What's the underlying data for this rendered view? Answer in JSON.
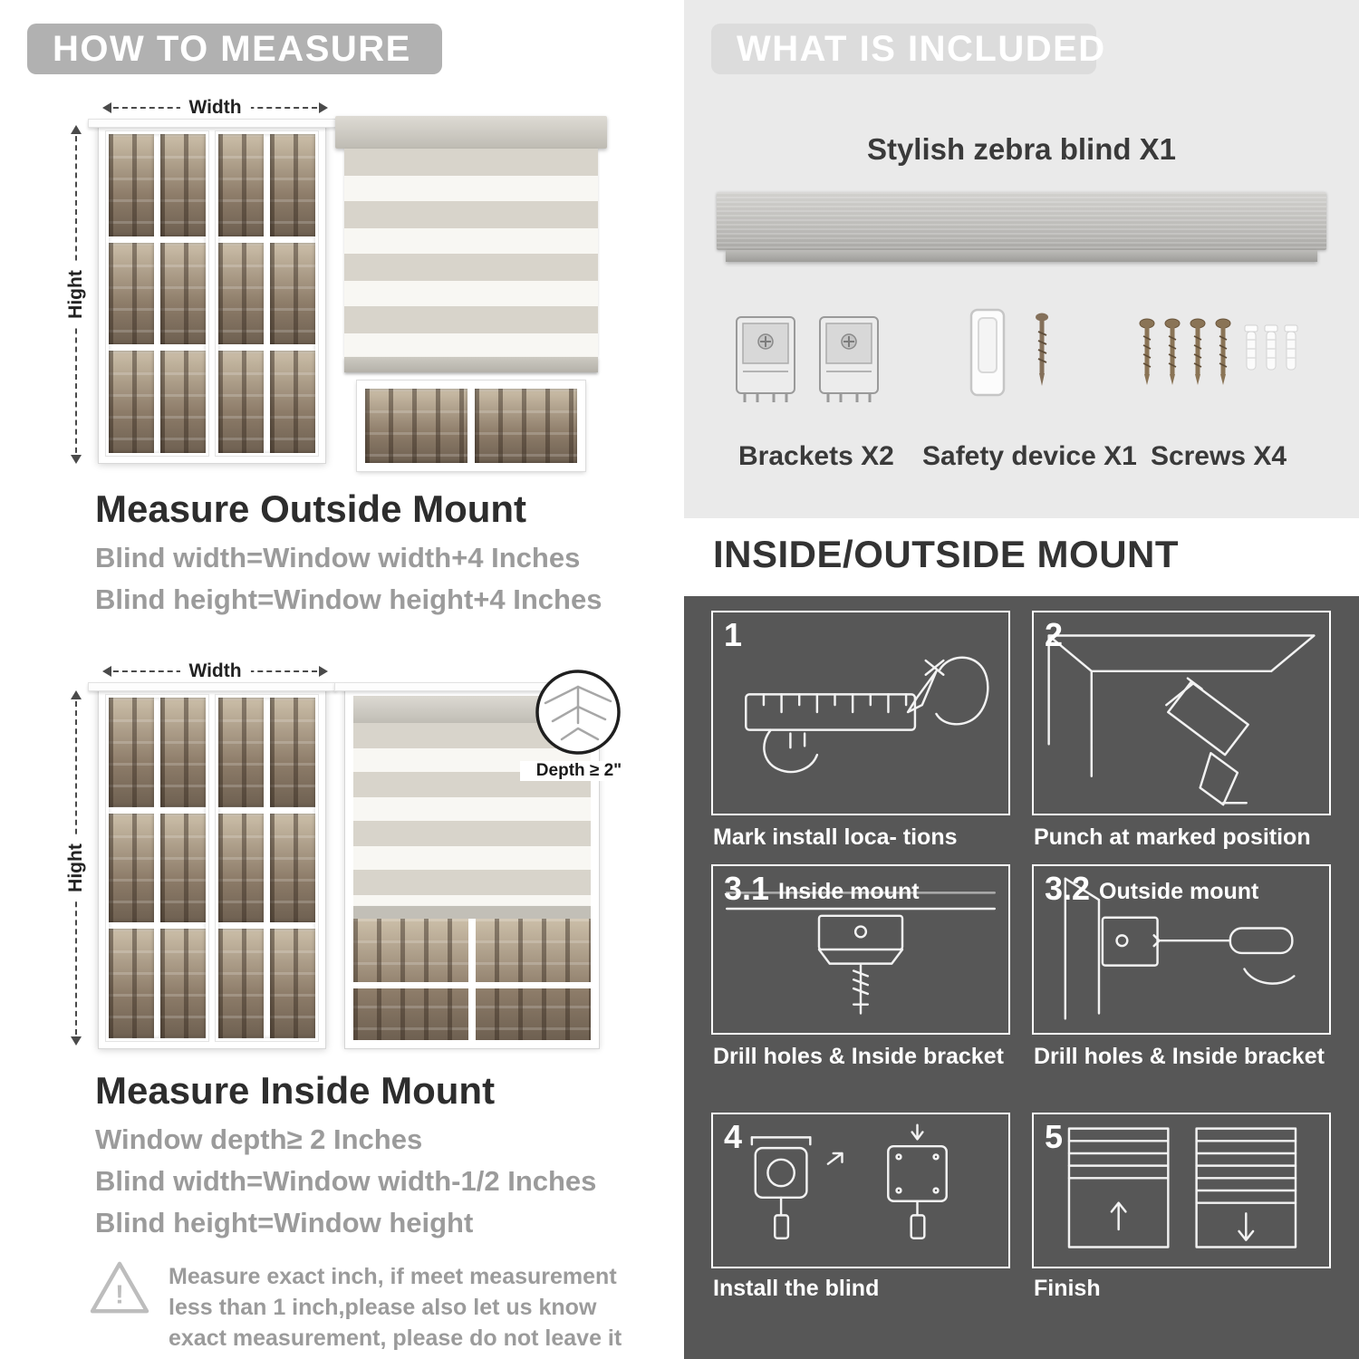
{
  "colors": {
    "header_badge_gray": "#b1b1b1",
    "included_panel_bg": "#eaeaea",
    "mount_panel_bg": "#575757",
    "body_text_gray": "#9b9b9b",
    "title_text_dark": "#2d2d2d"
  },
  "left": {
    "header": "HOW TO MEASURE",
    "outside": {
      "width_label": "Width",
      "height_label": "Hight",
      "title": "Measure Outside Mount",
      "line1": "Blind width=Window width+4 Inches",
      "line2": "Blind height=Window height+4 Inches"
    },
    "inside": {
      "width_label": "Width",
      "height_label": "Hight",
      "depth_label": "Depth ≥ 2\"",
      "title": "Measure Inside Mount",
      "line1": "Window depth≥ 2 Inches",
      "line2": "Blind width=Window width-1/2 Inches",
      "line3": "Blind height=Window height"
    },
    "warning_glyph": "!",
    "note": "Measure exact inch, if meet measurement less than 1 inch,please also let us know exact measurement, please do not leave it"
  },
  "right": {
    "included": {
      "header": "WHAT IS INCLUDED",
      "blind_label": "Stylish zebra blind X1",
      "items": [
        {
          "label": "Brackets X2"
        },
        {
          "label": "Safety device X1"
        },
        {
          "label": "Screws X4"
        }
      ]
    },
    "mount": {
      "header": "INSIDE/OUTSIDE MOUNT",
      "steps": [
        {
          "num": "1",
          "caption": "Mark install loca- tions"
        },
        {
          "num": "2",
          "caption": "Punch at  marked position"
        },
        {
          "num": "3.1",
          "inner_label": "Inside mount",
          "caption": "Drill holes &  Inside bracket"
        },
        {
          "num": "3.2",
          "inner_label": "Outside mount",
          "caption": "Drill holes &  Inside bracket"
        },
        {
          "num": "4",
          "caption": "Install the blind"
        },
        {
          "num": "5",
          "caption": "Finish"
        }
      ]
    }
  }
}
